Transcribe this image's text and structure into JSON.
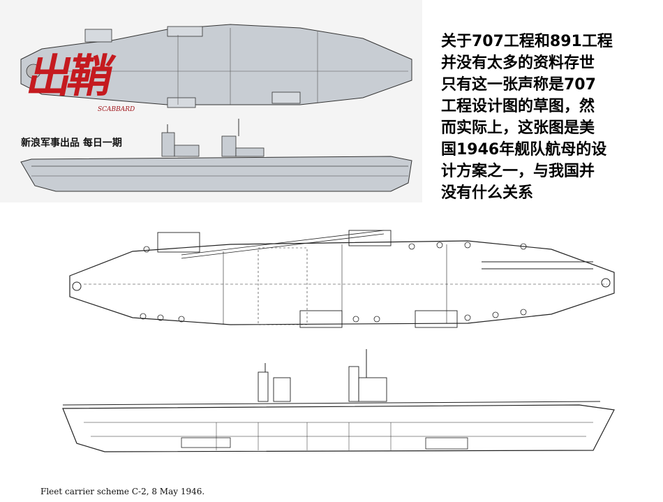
{
  "header": {
    "logo_text": "出鞘",
    "logo_subtitle": "SCABBARD",
    "publisher": "新浪军事出品 每日一期"
  },
  "commentary": {
    "text": "关于707工程和891工程\n并没有太多的资料存世\n只有这一张声称是707\n工程设计图的草图，然\n而实际上，这张图是美\n国1946年舰队航母的设\n计方案之一，与我国并\n没有什么关系"
  },
  "caption": {
    "text": "Fleet carrier scheme C-2, 8 May 1946."
  },
  "colors": {
    "brand": "#c51a1f",
    "sketch_fill": "#c8cdd3",
    "drawing_line": "#222222"
  }
}
